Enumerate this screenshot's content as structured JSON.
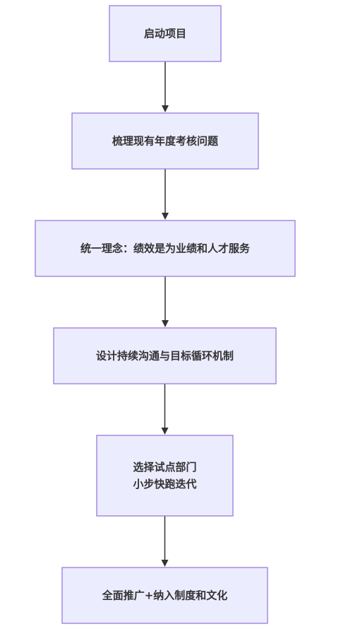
{
  "flowchart": {
    "nodes": [
      {
        "id": "start",
        "lines": [
          "启动项目"
        ]
      },
      {
        "id": "review",
        "lines": [
          "梳理现有年度考核问题"
        ]
      },
      {
        "id": "philosophy",
        "lines": [
          "统一理念：绩效是为业绩和人才服务"
        ]
      },
      {
        "id": "design",
        "lines": [
          "设计持续沟通与目标循环机制"
        ]
      },
      {
        "id": "pilot",
        "lines": [
          "选择试点部门",
          "小步快跑迭代"
        ]
      },
      {
        "id": "rollout",
        "lines": [
          "全面推广+纳入制度和文化"
        ]
      }
    ],
    "edges": [
      {
        "from": "start",
        "to": "review"
      },
      {
        "from": "review",
        "to": "philosophy"
      },
      {
        "from": "philosophy",
        "to": "design"
      },
      {
        "from": "design",
        "to": "pilot"
      },
      {
        "from": "pilot",
        "to": "rollout"
      }
    ],
    "colors": {
      "node_fill": "#ececff",
      "node_stroke": "#9370db",
      "edge": "#333333",
      "text": "#333333"
    }
  }
}
